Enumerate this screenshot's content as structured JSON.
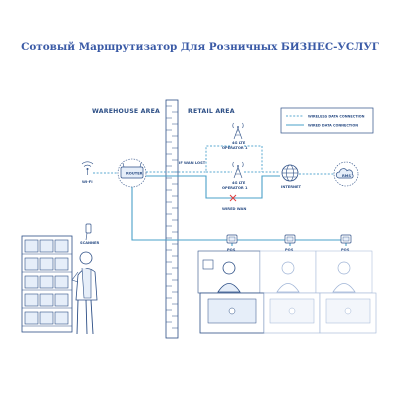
{
  "title": "Сотовый Маршрутизатор Для Розничных БИЗНЕС-УСЛУГ",
  "areas": {
    "warehouse": "WAREHOUSE AREA",
    "retail": "RETAIL AREA"
  },
  "legend": {
    "wireless": "WIRELESS DATA CONNECTION",
    "wired": "WIRED DATA CONNECTION"
  },
  "labels": {
    "wifi": "WI-FI",
    "scanner": "SCANNER",
    "router": "ROUTER",
    "wan_lost": "IF WAN LOST",
    "lte_top_1": "4G LTE",
    "lte_top_2": "OPERATOR 1",
    "lte_bottom_1": "4G LTE",
    "lte_bottom_2": "OPERATOR 1",
    "wired_wan": "WIRED WAN",
    "internet": "INTERNET",
    "rms": "RMS",
    "pos_1": "POS",
    "pos_2": "POS",
    "pos_3": "POS"
  },
  "colors": {
    "title": "#3a5aa6",
    "line": "#2d4f86",
    "wired": "#4aa0c8",
    "wireless": "#5aa8d0",
    "accent_x": "#e03b3b",
    "fill_light": "#e6eef9"
  }
}
